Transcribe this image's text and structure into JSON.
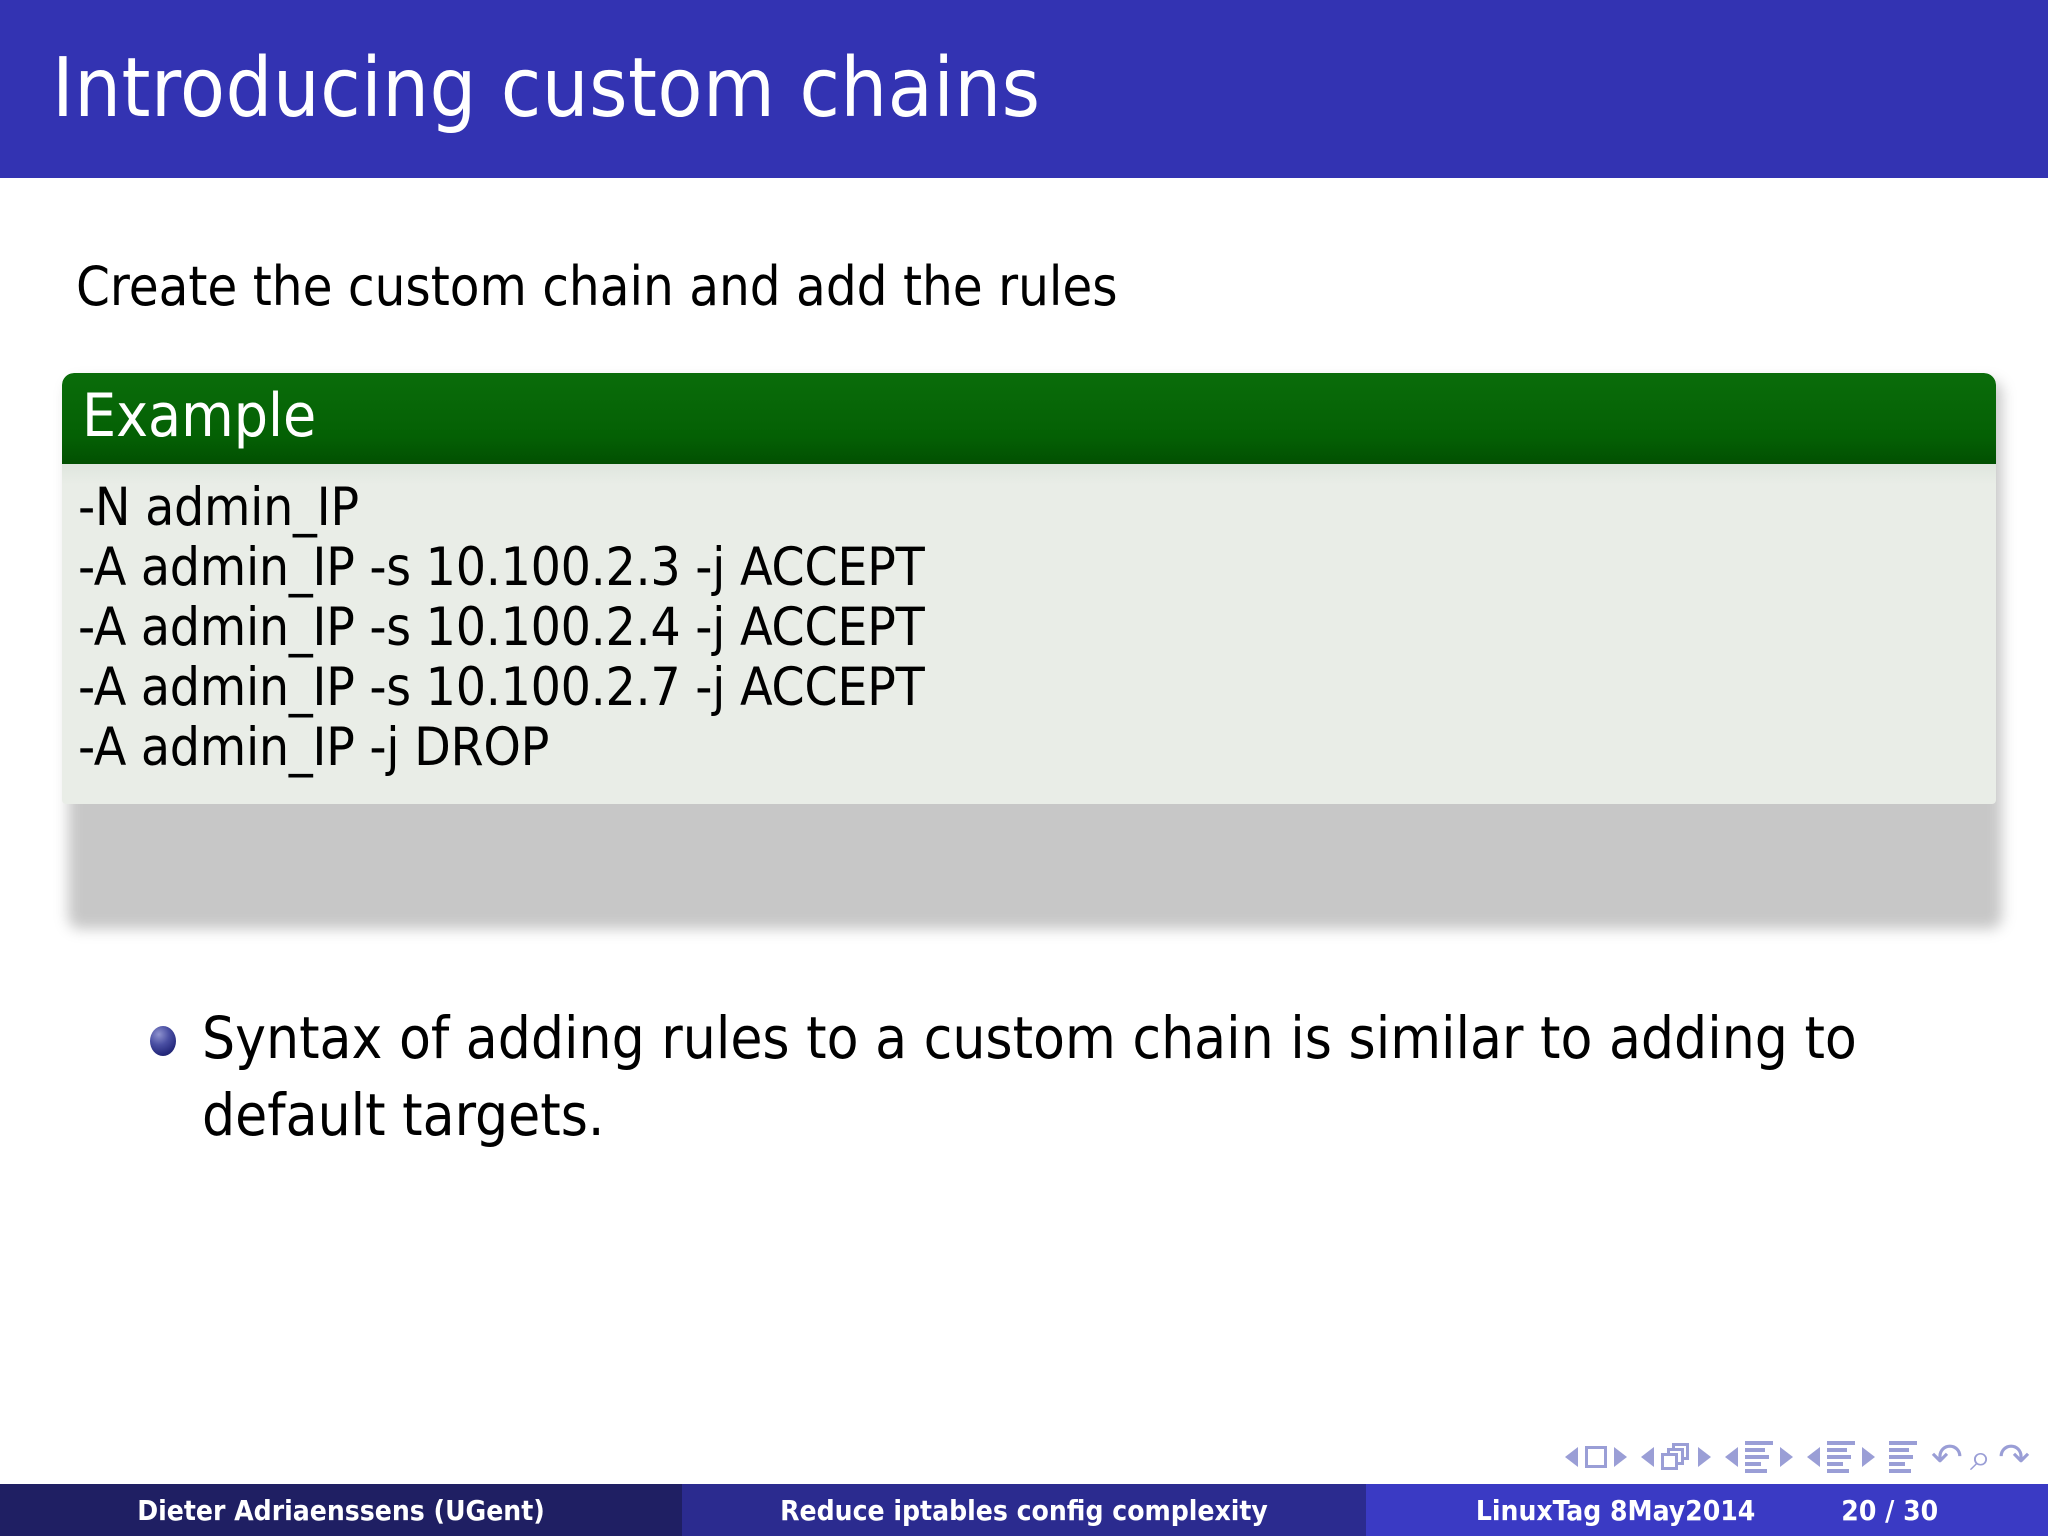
{
  "slide": {
    "title": "Introducing custom chains",
    "title_bar_color": "#3333B2",
    "intro_text": "Create the custom chain and add the rules"
  },
  "example_block": {
    "header": "Example",
    "header_color": "#006400",
    "body_color": "#E9EDE7",
    "code_lines": [
      "-N admin_IP",
      "-A admin_IP -s 10.100.2.3 -j ACCEPT",
      "-A admin_IP -s 10.100.2.4 -j ACCEPT",
      "-A admin_IP -s 10.100.2.7 -j ACCEPT",
      "-A admin_IP -j DROP"
    ]
  },
  "bullets": [
    {
      "text": "Syntax of adding rules to a custom chain is similar to adding to default targets.",
      "marker_color": "#262A7D"
    }
  ],
  "nav_symbols": {
    "icons": [
      "prev-slide-icon",
      "slide-icon",
      "next-slide-icon",
      "prev-frame-icon",
      "frame-icon",
      "next-frame-icon",
      "prev-subsection-icon",
      "subsection-icon",
      "next-subsection-icon",
      "prev-section-icon",
      "section-icon",
      "next-section-icon",
      "document-icon",
      "back-icon",
      "search-icon",
      "forward-icon"
    ],
    "back_glyph": "↶",
    "search_glyph": "⌕",
    "forward_glyph": "↷"
  },
  "footer": {
    "author": "Dieter Adriaenssens  (UGent)",
    "title": "Reduce iptables config complexity",
    "event": "LinuxTag 8May2014",
    "page": "20 / 30",
    "colors": {
      "author_bg": "#1F1F63",
      "title_bg": "#2B2B8F",
      "date_bg": "#3A3AC4"
    }
  }
}
